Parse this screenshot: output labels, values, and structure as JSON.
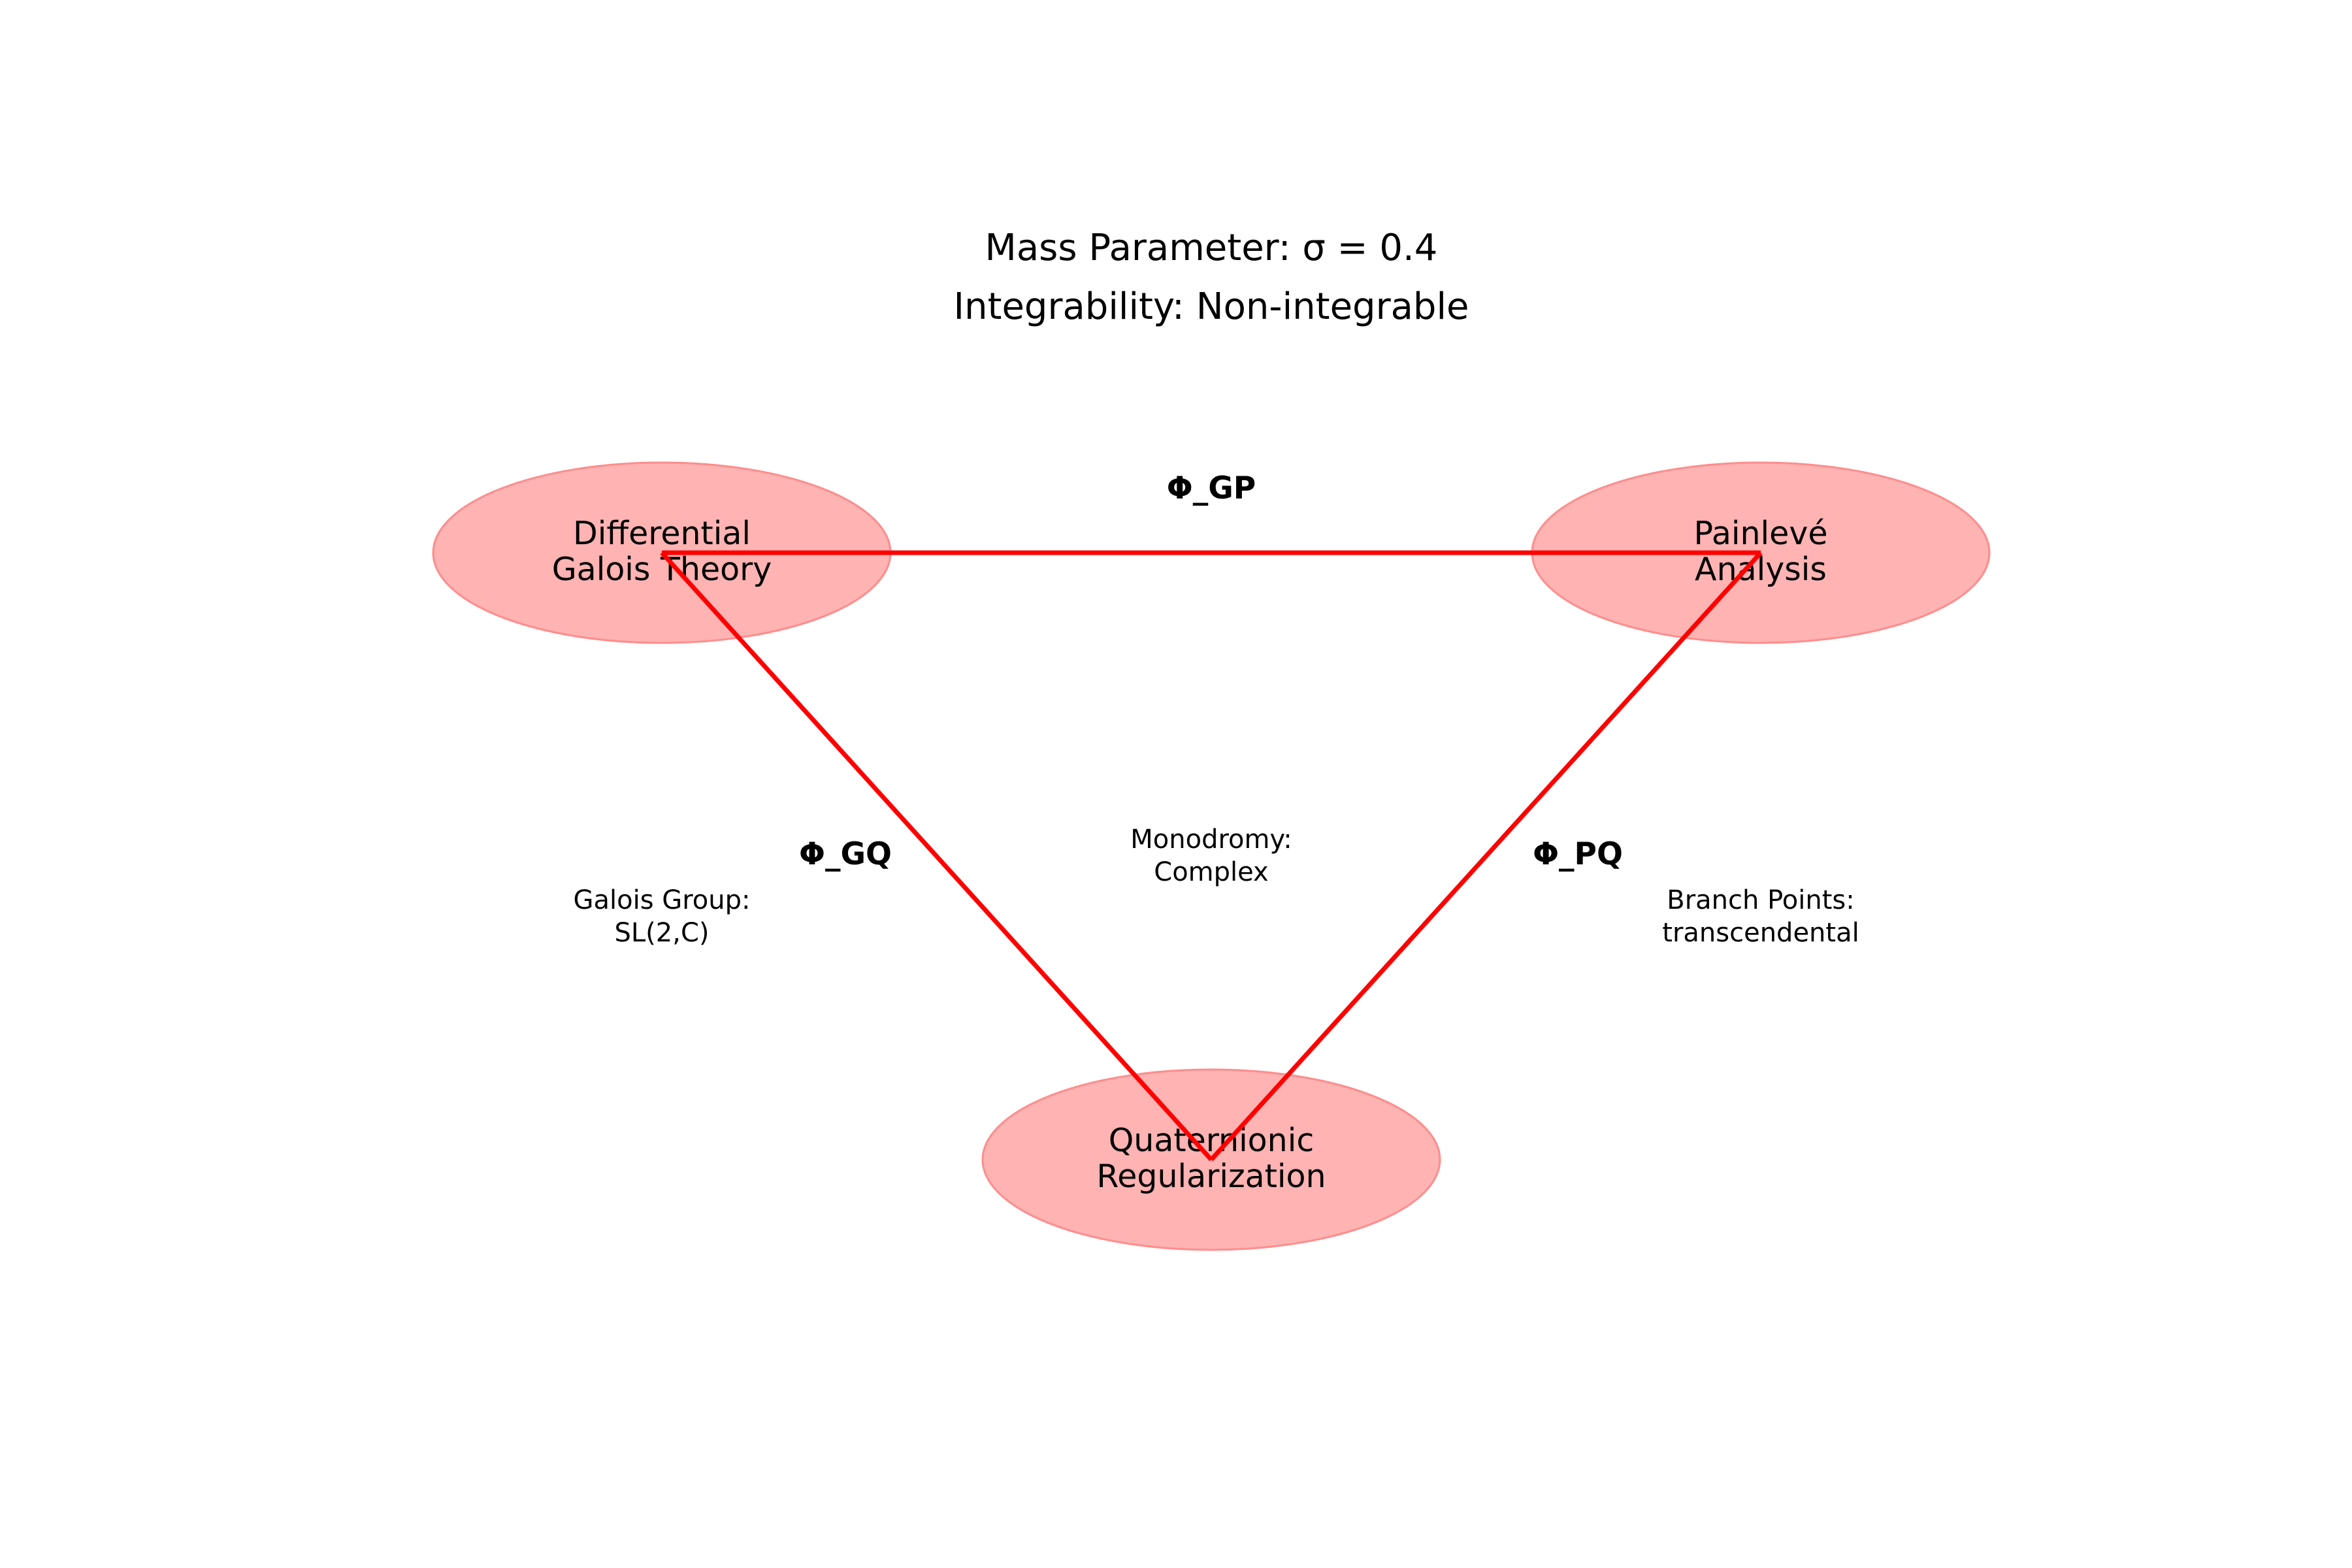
{
  "header": {
    "mass_parameter": "Mass Parameter: σ = 0.4",
    "integrability": "Integrability: Non-integrable"
  },
  "colors": {
    "node_fill": "#ffb3b3",
    "node_stroke": "#ff8c8c",
    "edge": "#ff0000"
  },
  "nodes": {
    "galois": {
      "lines": [
        "Differential",
        "Galois Theory"
      ]
    },
    "painleve": {
      "lines": [
        "Painlevé",
        "Analysis"
      ]
    },
    "quaternionic": {
      "lines": [
        "Quaternionic",
        "Regularization"
      ]
    }
  },
  "edges": {
    "gp": {
      "label": "Φ_GP"
    },
    "gq": {
      "label": "Φ_GQ"
    },
    "pq": {
      "label": "Φ_PQ"
    }
  },
  "annotations": {
    "galois_group": [
      "Galois Group:",
      "SL(2,C)"
    ],
    "monodromy": [
      "Monodromy:",
      "Complex"
    ],
    "branch_points": [
      "Branch Points:",
      "transcendental"
    ]
  }
}
